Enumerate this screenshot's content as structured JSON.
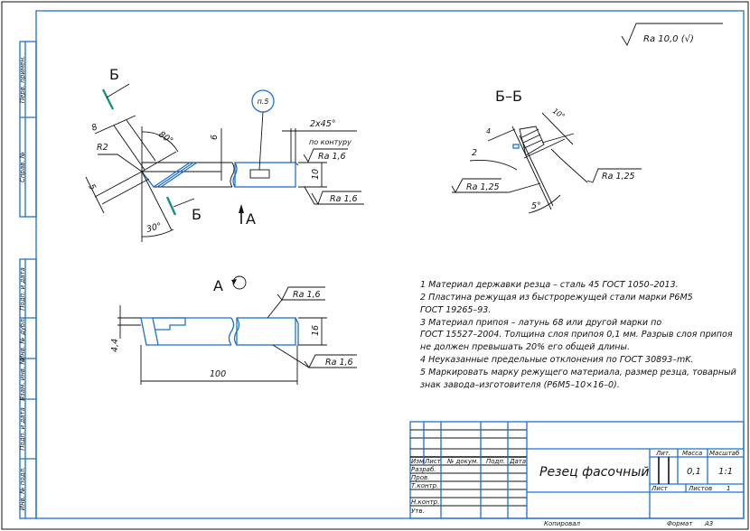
{
  "roughness_general": "Ra 10,0 (√)",
  "side_strip": [
    "Перв. примен.",
    "Справ. №",
    "Подп. и дата",
    "Инв. № дубл.",
    "Взам. инв. №",
    "Подп. и дата",
    "Инв. № подл."
  ],
  "main_view": {
    "section_mark": "Б",
    "view_arrow": "А",
    "dim_8": "8",
    "dim_r2": "R2",
    "dim_5": "5",
    "angle_80": "80°",
    "angle_30": "30°",
    "dim_6": "6",
    "dim_10": "10",
    "callout": "п.5",
    "chamfer": "2x45°",
    "contour_note": "по контуру",
    "ra_top": "Ra 1,6",
    "ra_bottom": "Ra 1,6"
  },
  "section_view": {
    "title": "Б–Б",
    "dim_4": "4",
    "dim_2": "2",
    "angle_10": "10°",
    "angle_5": "5°",
    "ra_left": "Ra 1,25",
    "ra_right": "Ra 1,25"
  },
  "view_a": {
    "title": "А",
    "dim_4_4": "4,4",
    "dim_16": "16",
    "dim_100": "100",
    "ra_top": "Ra 1,6",
    "ra_bottom": "Ra 1,6"
  },
  "notes": [
    "1 Материал державки резца – сталь 45 ГОСТ 1050–2013.",
    "2 Пластина режущая из быстрорежущей стали марки Р6М5",
    "ГОСТ 19265–93.",
    "3 Материал припоя – латунь 68 или другой марки по",
    "ГОСТ 15527–2004. Толщина слоя припоя 0,1 мм. Разрыв слоя припоя",
    "не должен превышать 20% его общей длины.",
    "4 Неуказанные предельные отклонения по ГОСТ 30893–mK.",
    "5 Маркировать марку режущего материала, размер резца, товарный",
    "знак завода–изготовителя (Р6М5–10×16–0)."
  ],
  "title_block": {
    "header": [
      "Изм",
      "Лист",
      "№ докум.",
      "Подп.",
      "Дата"
    ],
    "roles": [
      "Разраб.",
      "Пров.",
      "Т.контр.",
      "",
      "Н.контр.",
      "Утв."
    ],
    "name": "Резец фасочный",
    "lit_label": "Лит.",
    "mass_label": "Масса",
    "scale_label": "Масштаб",
    "mass": "0,1",
    "scale": "1:1",
    "sheet_label": "Лист",
    "sheets_label": "Листов",
    "sheets": "1"
  },
  "footer": {
    "copied": "Копировал",
    "format_label": "Формат",
    "format": "А3"
  }
}
